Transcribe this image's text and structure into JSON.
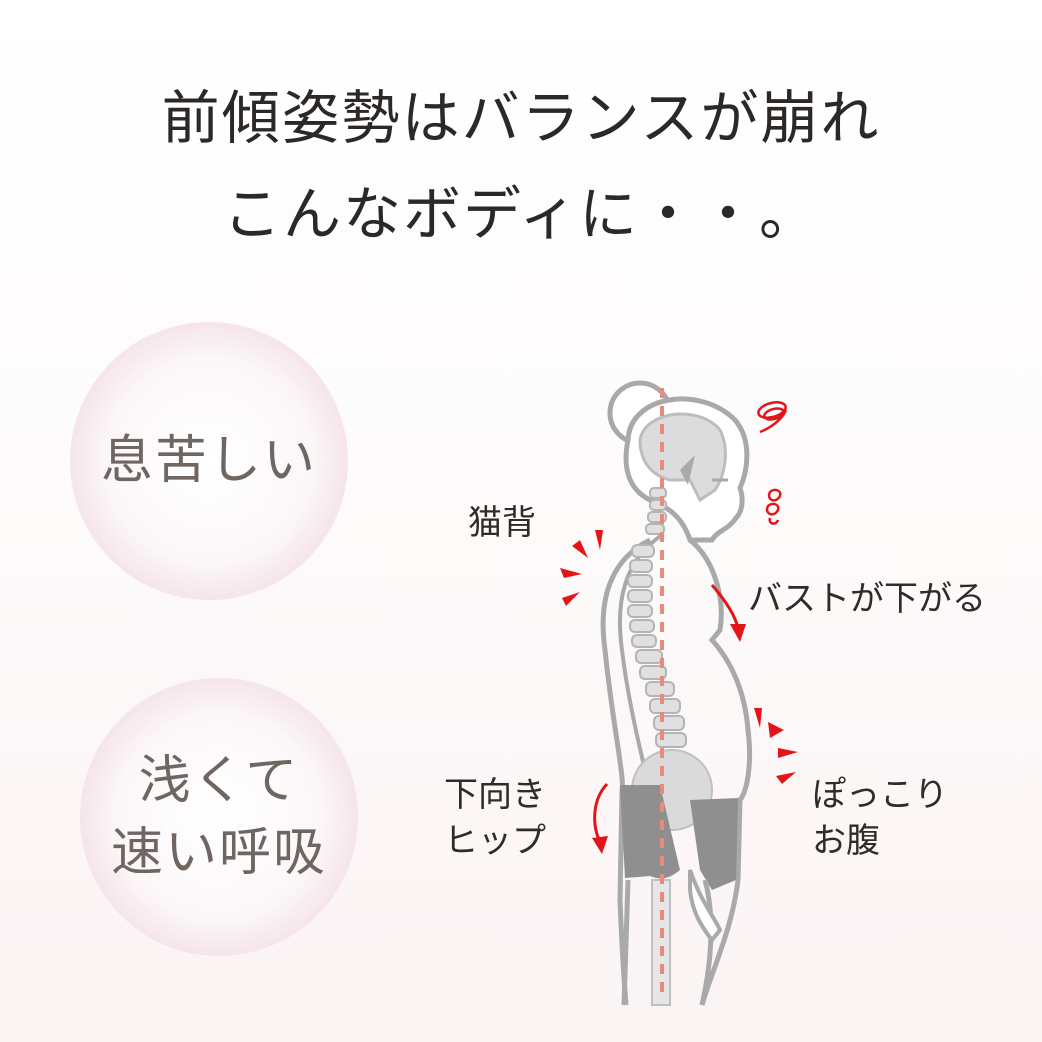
{
  "headline": {
    "line1": "前傾姿勢はバランスが崩れ",
    "line2": "こんなボディに・・。"
  },
  "symptoms": [
    {
      "lines": [
        "息苦しい"
      ]
    },
    {
      "lines": [
        "浅くて",
        "速い呼吸"
      ]
    }
  ],
  "annotations": {
    "neko_ze": "猫背",
    "bust": "バストが下がる",
    "hip_line1": "下向き",
    "hip_line2": "ヒップ",
    "belly_line1": "ぽっこり",
    "belly_line2": "お腹"
  },
  "colors": {
    "headline_text": "#2b2826",
    "bubble_text": "#6f6661",
    "bubble_rim": "#e492ac",
    "accent_red": "#e3151b",
    "figure_gray": "#a9a9a9",
    "guide_line": "#e88a80"
  },
  "icons": {
    "emphasis": "red-emphasis-marks-icon",
    "arrow": "red-curved-arrow-icon",
    "dizzy": "red-swirl-icon",
    "sweat": "red-sweat-drops-icon"
  }
}
